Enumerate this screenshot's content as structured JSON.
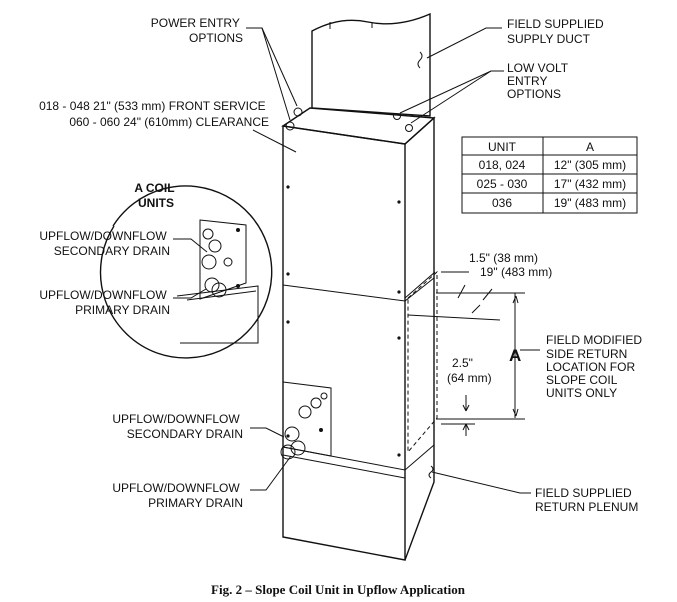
{
  "labels": {
    "power_entry": [
      "POWER ENTRY",
      "OPTIONS"
    ],
    "field_supply_duct": [
      "FIELD SUPPLIED",
      "SUPPLY DUCT"
    ],
    "low_volt": [
      "LOW VOLT",
      "ENTRY",
      "OPTIONS"
    ],
    "clearance": [
      "018 - 048  21\" (533 mm) FRONT SERVICE",
      "060 - 060  24\" (610mm)  CLEARANCE"
    ],
    "a_coil": [
      "A COIL",
      "UNITS"
    ],
    "inset_secondary": [
      "UPFLOW/DOWNFLOW",
      "SECONDARY DRAIN"
    ],
    "inset_primary": [
      "UPFLOW/DOWNFLOW",
      "PRIMARY DRAIN"
    ],
    "secondary": [
      "UPFLOW/DOWNFLOW",
      "SECONDARY DRAIN"
    ],
    "primary": [
      "UPFLOW/DOWNFLOW",
      "PRIMARY DRAIN"
    ],
    "dim_top": [
      "1.5\" (38 mm)",
      "19\" (483 mm)"
    ],
    "dim_side": [
      "2.5\"",
      "(64 mm)"
    ],
    "dim_a": "A",
    "side_return": [
      "FIELD MODIFIED",
      "SIDE RETURN",
      "LOCATION FOR",
      "SLOPE COIL",
      "UNITS ONLY"
    ],
    "return_plenum": [
      "FIELD SUPPLIED",
      "RETURN PLENUM"
    ],
    "caption": "Fig. 2 – Slope Coil Unit in Upflow Application"
  },
  "table": {
    "headers": [
      "UNIT",
      "A"
    ],
    "rows": [
      [
        "018, 024",
        "12\" (305 mm)"
      ],
      [
        "025 - 030",
        "17\" (432 mm)"
      ],
      [
        "036",
        "19\" (483 mm)"
      ]
    ]
  }
}
